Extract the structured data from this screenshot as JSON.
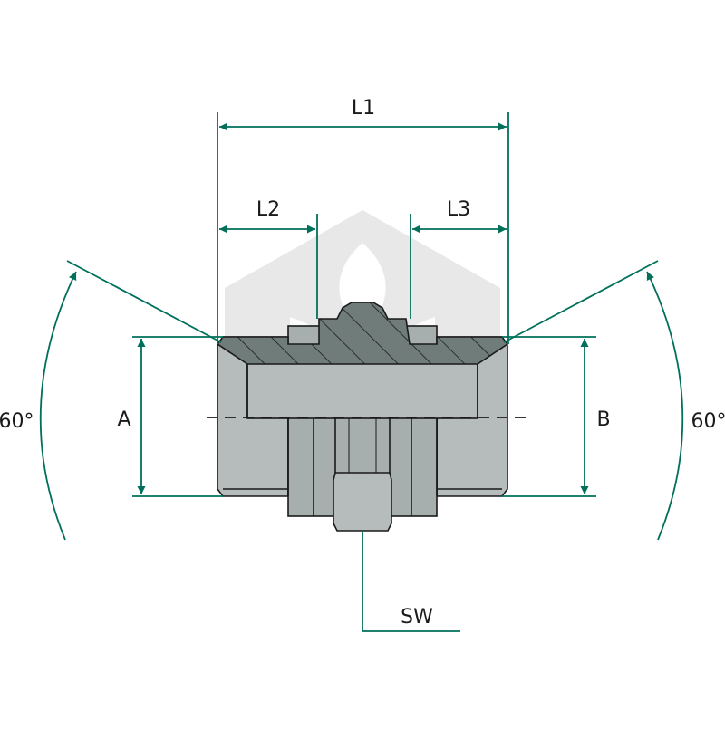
{
  "labels": {
    "l1": "L1",
    "l2": "L2",
    "l3": "L3",
    "a": "A",
    "b": "B",
    "sw": "SW",
    "angle_left": "60°",
    "angle_right": "60°"
  },
  "colors": {
    "dimension": "#00705a",
    "body_light": "#b5bcbb",
    "body_dark": "#8e9796",
    "hatch_fill": "#6f7c7a",
    "outline": "#1a1a1a",
    "watermark": "#e6e6e6"
  },
  "icons": {
    "watermark": "leaf-hexagon-watermark"
  }
}
